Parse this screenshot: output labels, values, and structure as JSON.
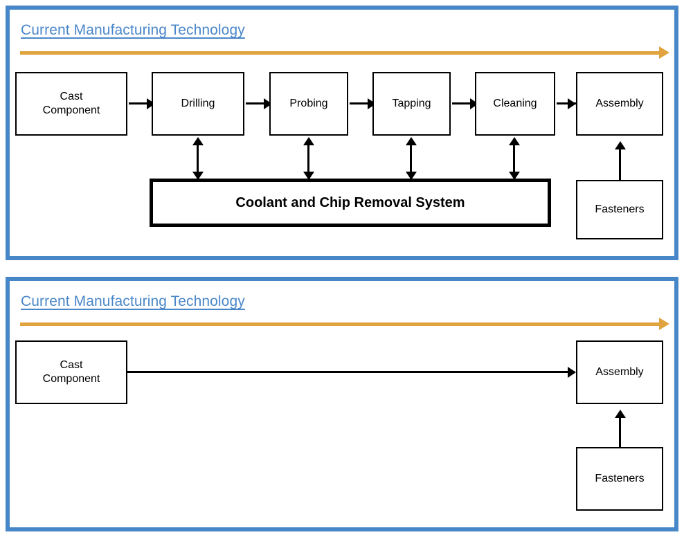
{
  "panels": [
    {
      "title": "Current Manufacturing Technology",
      "flow_arrow": "orange-progress-arrow",
      "process_boxes": [
        {
          "label": "Cast\nComponent",
          "line1": "Cast",
          "line2": "Component"
        },
        {
          "label": "Drilling",
          "line1": "Drilling",
          "line2": ""
        },
        {
          "label": "Probing",
          "line1": "Probing",
          "line2": ""
        },
        {
          "label": "Tapping",
          "line1": "Tapping",
          "line2": ""
        },
        {
          "label": "Cleaning",
          "line1": "Cleaning",
          "line2": ""
        },
        {
          "label": "Assembly",
          "line1": "Assembly",
          "line2": ""
        }
      ],
      "support_box": "Coolant and Chip Removal System",
      "input_box": "Fasteners"
    },
    {
      "title": "Current Manufacturing Technology",
      "flow_arrow": "orange-progress-arrow",
      "process_boxes": [
        {
          "label": "Cast\nComponent",
          "line1": "Cast",
          "line2": "Component"
        },
        {
          "label": "Assembly",
          "line1": "Assembly",
          "line2": ""
        }
      ],
      "input_box": "Fasteners"
    }
  ],
  "colors": {
    "panel_border": "#4787c7",
    "title_text": "#4a87c9",
    "progress_arrow": "#e0a33e",
    "connector": "#000000",
    "box_fill": "#ffffff"
  }
}
